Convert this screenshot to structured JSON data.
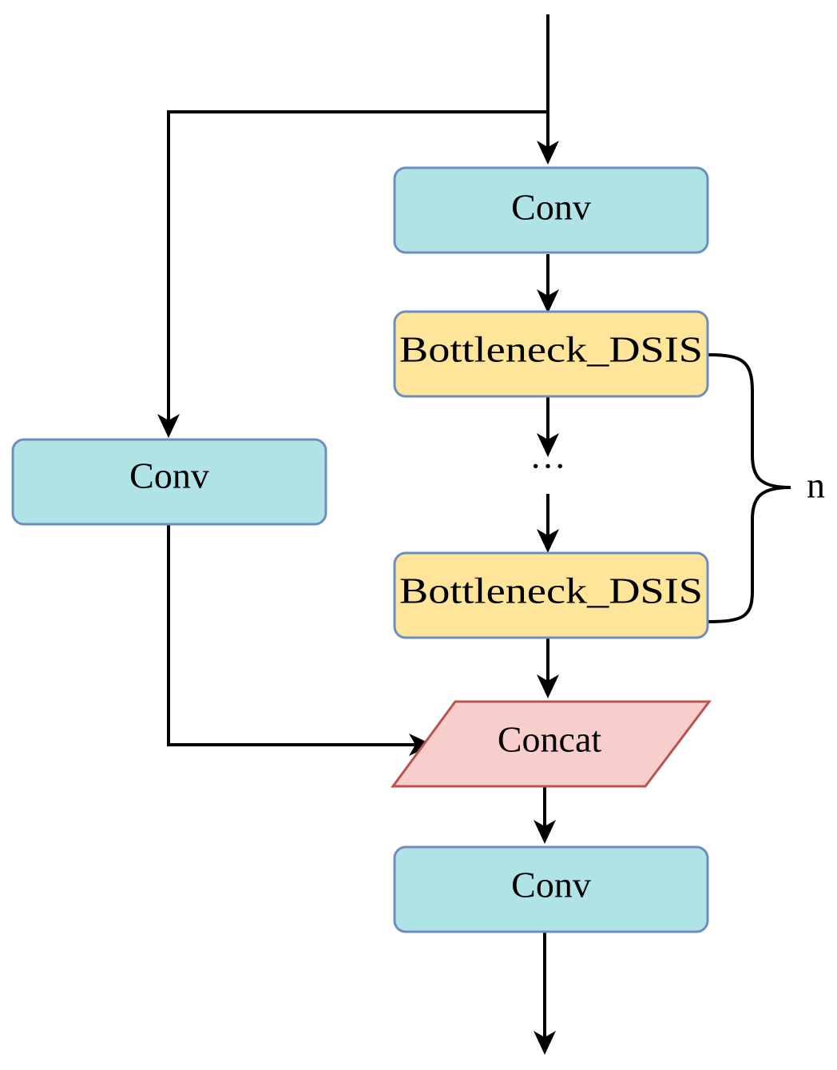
{
  "colors": {
    "conv_fill": "#b0e3e6",
    "conv_stroke": "#6c8ebf",
    "bottleneck_fill": "#ffe599",
    "bottleneck_stroke": "#6c8ebf",
    "concat_fill": "#f8cecc",
    "concat_stroke": "#b85450",
    "line": "#000000"
  },
  "nodes": {
    "conv_top": {
      "label": "Conv",
      "shape": "rounded-rect"
    },
    "bottleneck_1": {
      "label": "Bottleneck_DSIS",
      "shape": "rounded-rect"
    },
    "ellipsis": {
      "label": "···"
    },
    "bottleneck_n": {
      "label": "Bottleneck_DSIS",
      "shape": "rounded-rect"
    },
    "conv_left": {
      "label": "Conv",
      "shape": "rounded-rect"
    },
    "concat": {
      "label": "Concat",
      "shape": "parallelogram"
    },
    "conv_bottom": {
      "label": "Conv",
      "shape": "rounded-rect"
    }
  },
  "brace": {
    "label": "n"
  },
  "edges": [
    {
      "from": "input",
      "to": "conv_top"
    },
    {
      "from": "input",
      "to": "conv_left"
    },
    {
      "from": "conv_top",
      "to": "bottleneck_1"
    },
    {
      "from": "bottleneck_1",
      "to": "ellipsis"
    },
    {
      "from": "ellipsis",
      "to": "bottleneck_n"
    },
    {
      "from": "bottleneck_n",
      "to": "concat"
    },
    {
      "from": "conv_left",
      "to": "concat"
    },
    {
      "from": "concat",
      "to": "conv_bottom"
    },
    {
      "from": "conv_bottom",
      "to": "output"
    }
  ]
}
